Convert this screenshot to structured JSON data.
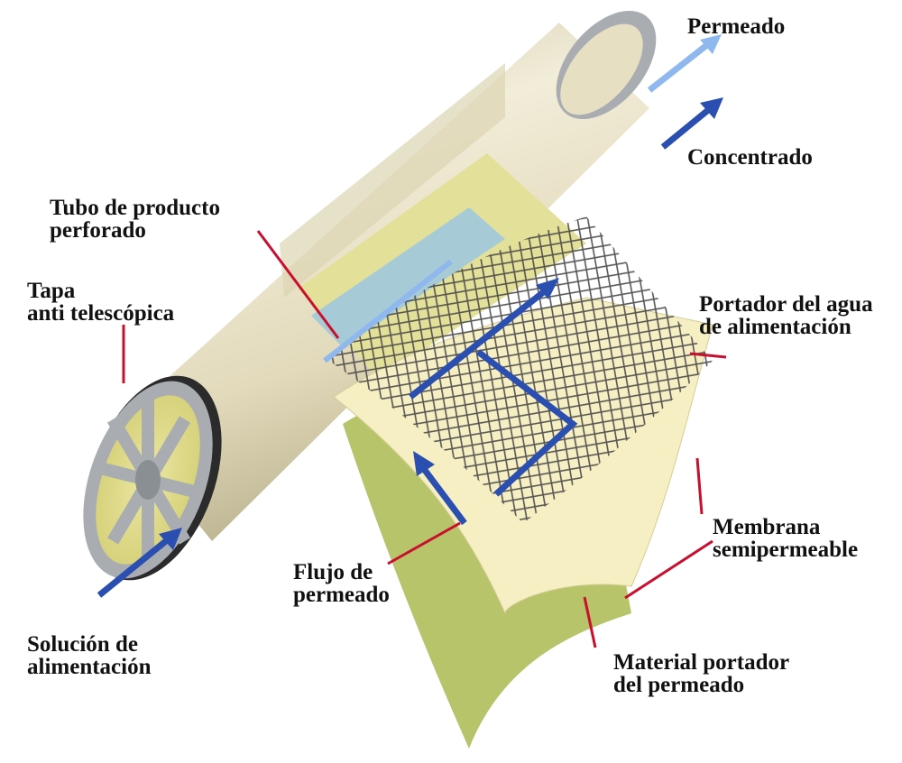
{
  "labels": {
    "permeado": "Permeado",
    "concentrado": "Concentrado",
    "tubo": [
      "Tubo de producto",
      "perforado"
    ],
    "tapa": [
      "Tapa",
      "anti telescópica"
    ],
    "portador_agua": [
      "Portador del agua",
      "de alimentación"
    ],
    "membrana": [
      "Membrana",
      "semipermeable"
    ],
    "flujo": [
      "Flujo de",
      "permeado"
    ],
    "solucion": [
      "Solución de",
      "alimentación"
    ],
    "material": [
      "Material portador",
      "del permeado"
    ]
  },
  "colors": {
    "leader": "#c8102e",
    "arrow_dark": "#2a4fb0",
    "arrow_light": "#8fb8ee",
    "cylinder": "#e6dfc2",
    "membrane": "#f6efc4",
    "carrier": "#b7c46a",
    "endcap": "#a9adb1"
  }
}
